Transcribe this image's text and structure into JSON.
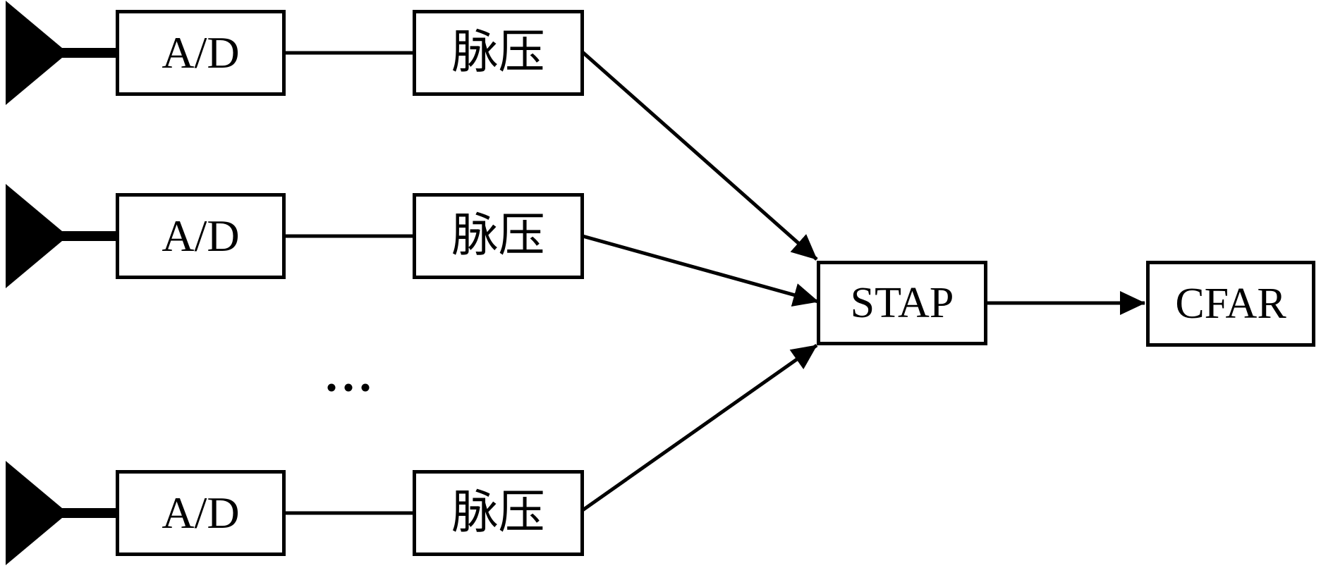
{
  "diagram": {
    "channels": [
      {
        "ad_label": "A/D",
        "pulse_compression_label": "脉压"
      },
      {
        "ad_label": "A/D",
        "pulse_compression_label": "脉压"
      },
      {
        "ad_label": "A/D",
        "pulse_compression_label": "脉压"
      }
    ],
    "ellipsis_label": "...",
    "stap_label": "STAP",
    "cfar_label": "CFAR",
    "icons": {
      "antenna": "antenna-icon",
      "arrowhead": "arrowhead-icon"
    },
    "colors": {
      "stroke": "#000000",
      "background": "#ffffff"
    }
  }
}
